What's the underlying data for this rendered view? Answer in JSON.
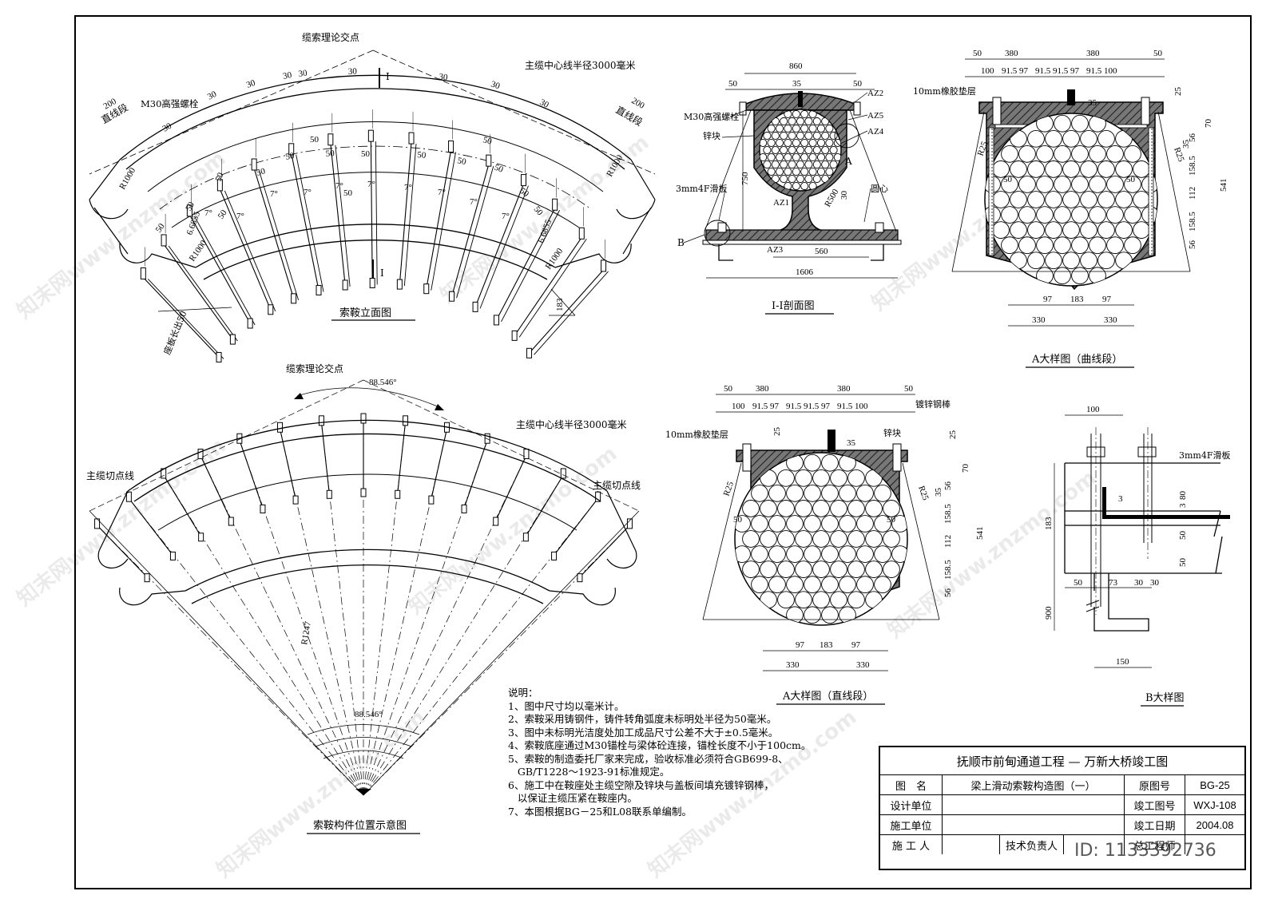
{
  "drawing": {
    "views": {
      "elevation": {
        "title": "索鞍立面图",
        "apex_label": "缆索理论交点",
        "radius_label": "主缆中心线半径3000毫米",
        "bolt_label": "M30高强螺栓",
        "straight_left": "直线段",
        "straight_right": "直线段",
        "r1000_a": "R1000",
        "r1000_b": "R1000",
        "r1000_c": "R1000",
        "r1000_d": "R1000",
        "base_ext": "座板长出50",
        "dim_6855a": "6.6855",
        "dim_6855b": "6.6855",
        "dim_183": "183",
        "dim_200a": "200",
        "dim_200b": "200",
        "section_mark_top": "I",
        "section_mark_bottom": "I",
        "d30": [
          "30",
          "30",
          "30",
          "30",
          "30",
          "30",
          "30",
          "30",
          "30"
        ],
        "d50": [
          "50",
          "50",
          "50",
          "50",
          "50",
          "50",
          "50",
          "50",
          "50",
          "50",
          "50",
          "50",
          "50",
          "50",
          "50",
          "50"
        ],
        "d7": [
          "7°",
          "7°",
          "7°",
          "7°",
          "7°",
          "7°",
          "7°",
          "7°",
          "7°",
          "7°"
        ]
      },
      "section": {
        "title": "I-I剖面图",
        "d860": "860",
        "d50a": "50",
        "d50b": "50",
        "d35": "35",
        "az2": "AZ2",
        "az5": "AZ5",
        "az4": "AZ4",
        "az1": "AZ1",
        "az3": "AZ3",
        "bolt": "M30高强螺栓",
        "zinc": "锌块",
        "slide": "3mm4F滑板",
        "d750": "750",
        "r500": "R500",
        "d30": "30",
        "center": "圆心",
        "d560": "560",
        "d1606": "1606",
        "mark_a": "A",
        "mark_b": "B"
      },
      "detail_a_curve": {
        "title": "A大样图（曲线段）",
        "d50a": "50",
        "d380a": "380",
        "d380b": "380",
        "d50b": "50",
        "row": [
          "100",
          "91.5",
          "97",
          "91.5",
          "91.5",
          "97",
          "91.5",
          "100"
        ],
        "rubber": "10mm橡胶垫层",
        "d35": "35",
        "d25": "25",
        "d70": "70",
        "d56a": "56",
        "d1585a": "158.5",
        "d112": "112",
        "d1585b": "158.5",
        "d56b": "56",
        "d541": "541",
        "r25a": "R25",
        "r25b": "R25",
        "d50c": "50",
        "d50d": "50",
        "d97a": "97",
        "d183": "183",
        "d97b": "97",
        "d330a": "330",
        "d330b": "330",
        "d35b": "35"
      },
      "detail_a_straight": {
        "title": "A大样图（直线段）",
        "d50a": "50",
        "d380a": "380",
        "d380b": "380",
        "d50b": "50",
        "row": [
          "100",
          "91.5",
          "97",
          "91.5",
          "91.5",
          "97",
          "91.5",
          "100"
        ],
        "rubber": "10mm橡胶垫层",
        "rod": "镀锌钢棒",
        "zinc": "锌块",
        "d25": "25",
        "d35": "35",
        "d70": "70",
        "d56a": "56",
        "d1585a": "158.5",
        "d112": "112",
        "d1585b": "158.5",
        "d56b": "56",
        "d541": "541",
        "r25a": "R25",
        "r25b": "R25",
        "d50c": "50",
        "d50d": "50",
        "d97a": "97",
        "d183": "183",
        "d97b": "97",
        "d330a": "330",
        "d330b": "330",
        "d35b": "35",
        "d25b": "25"
      },
      "detail_b": {
        "title": "B大样图",
        "d100": "100",
        "slide": "3mm4F滑板",
        "d183": "183",
        "d3a": "3",
        "d3b": "3",
        "d80": "80",
        "d50a": "50",
        "d50b": "50",
        "d50c": "50",
        "d73": "73",
        "d30a": "30",
        "d30b": "30",
        "d900": "900",
        "d150": "150"
      },
      "layout": {
        "title": "索鞍构件位置示意图",
        "apex_label": "缆索理论交点",
        "angle_top": "88.546°",
        "angle_bottom": "88.546°",
        "radius_label": "主缆中心线半径3000毫米",
        "tangent_left": "主缆切点线",
        "tangent_right": "主缆切点线",
        "r_label": "R1247"
      }
    },
    "notes": {
      "heading": "说明：",
      "items": [
        "1、图中尺寸均以毫米计。",
        "2、索鞍采用铸钢件，铸件转角弧度未标明处半径为50毫米。",
        "3、图中未标明光洁度处加工成品尺寸公差不大于±0.5毫米。",
        "4、索鞍底座通过M30锚栓与梁体砼连接，锚栓长度不小于100cm。",
        "5、索鞍的制造委托厂家来完成，验收标准必须符合GB699-8、",
        "   GB/T1228～1923-91标准规定。",
        "6、施工中在鞍座处主缆空隙及锌块与盖板间填充镀锌钢棒，",
        "   以保证主缆压紧在鞍座内。",
        "7、本图根据BG－25和L08联系单编制。"
      ]
    },
    "title_block": {
      "project": "抚顺市前甸通道工程 — 万新大桥竣工图",
      "row1": {
        "label": "图　名",
        "value": "梁上滑动索鞍构造图（一）",
        "k": "原图号",
        "v": "BG-25"
      },
      "row2": {
        "label": "设计单位",
        "value": "",
        "k": "竣工图号",
        "v": "WXJ-108"
      },
      "row3": {
        "label": "施工单位",
        "value": "",
        "k": "竣工日期",
        "v": "2004.08"
      },
      "row4": {
        "label": "施 工 人",
        "value": "",
        "k2": "技术负责人",
        "v2": "",
        "k": "总工程师",
        "v": ""
      }
    },
    "watermarks": {
      "site": "知末网www.znzmo.com",
      "brand": "知末",
      "id": "ID: 1133392736"
    }
  }
}
